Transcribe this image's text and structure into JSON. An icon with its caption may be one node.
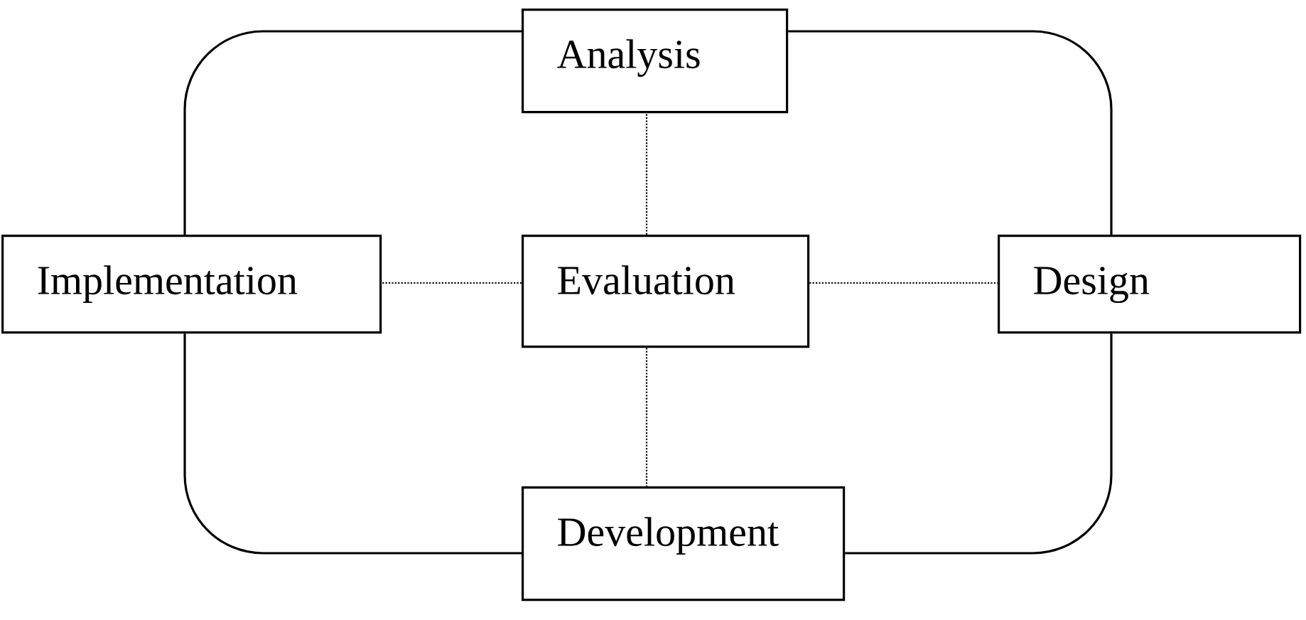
{
  "diagram": {
    "nodes": [
      {
        "text": [
          "Analysis"
        ]
      },
      {
        "text": [
          "Implementation"
        ]
      },
      {
        "text": [
          "Evaluation"
        ]
      },
      {
        "text": [
          "Design"
        ]
      },
      {
        "text": [
          "Development"
        ]
      }
    ],
    "edges": [
      {
        "from": 0,
        "to": 3,
        "arrow": "none"
      },
      {
        "from": 3,
        "to": 4,
        "arrow": "none"
      },
      {
        "from": 4,
        "to": 1,
        "arrow": "none"
      },
      {
        "from": 1,
        "to": 0,
        "arrow": "none"
      },
      {
        "from": 2,
        "to": 0,
        "arrow": "none",
        "style": "dashed"
      },
      {
        "from": 2,
        "to": 1,
        "arrow": "none",
        "style": "dashed"
      },
      {
        "from": 2,
        "to": 3,
        "arrow": "none",
        "style": "dashed"
      },
      {
        "from": 2,
        "to": 4,
        "arrow": "none",
        "style": "dashed"
      }
    ]
  }
}
